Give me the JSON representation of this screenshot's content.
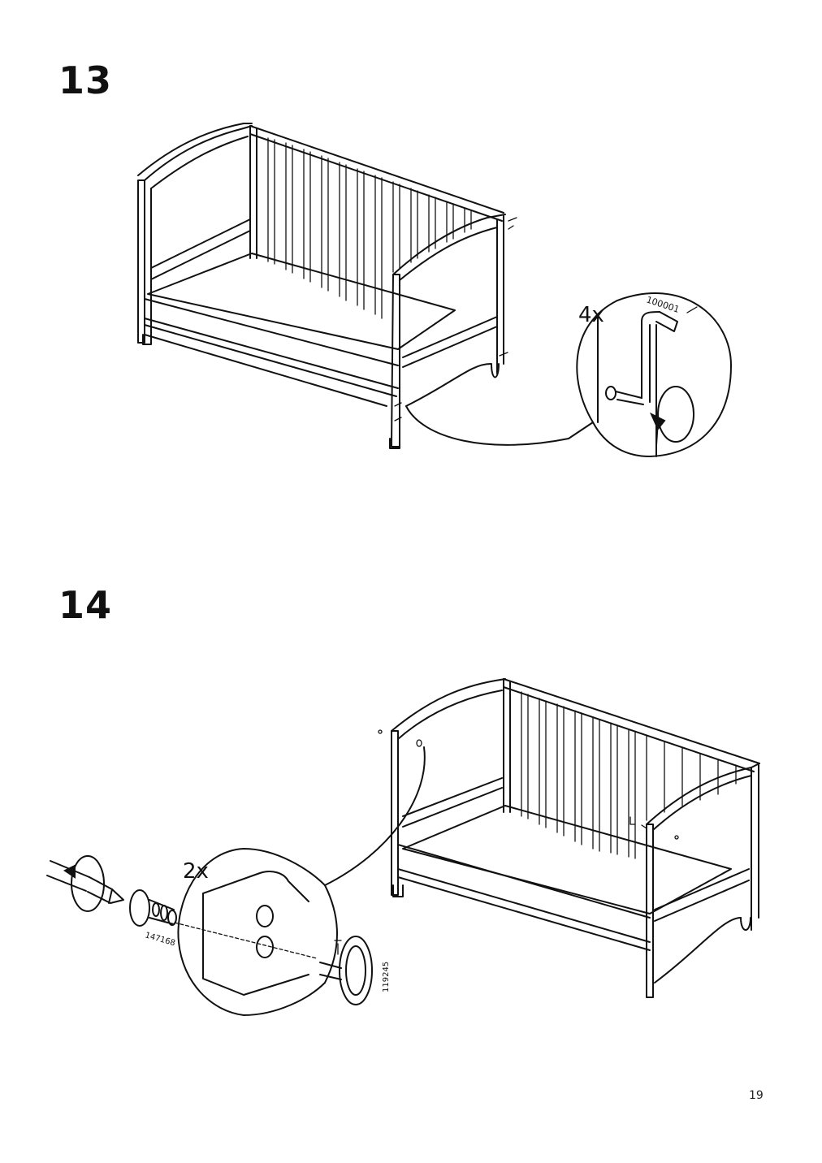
{
  "steps": [
    {
      "number": "13",
      "quantity": "4x",
      "part_number": "100001"
    },
    {
      "number": "14",
      "quantity": "2x",
      "part_numbers": [
        "147168",
        "119245"
      ]
    }
  ],
  "page": {
    "number": "19"
  }
}
